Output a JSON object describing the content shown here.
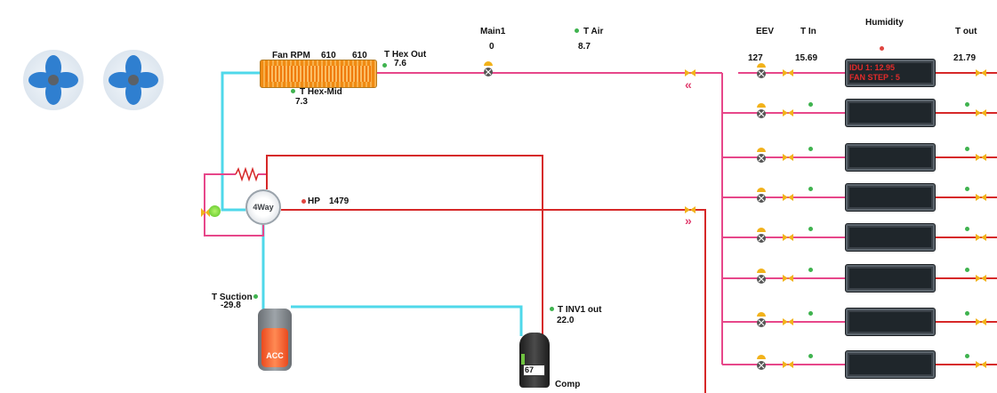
{
  "colors": {
    "pipe_pink": "#e7478a",
    "pipe_cyan": "#4fd8ea",
    "pipe_red": "#d62828",
    "sensor_green": "#3fb34f",
    "sensor_red": "#e0453f",
    "idu_text": "#e32b2b"
  },
  "fans": [
    {
      "icon": "fan-icon"
    },
    {
      "icon": "fan-icon"
    }
  ],
  "outdoor": {
    "fan_rpm_label": "Fan RPM",
    "fan_rpm_1": "610",
    "fan_rpm_2": "610",
    "t_hex_out_label": "T Hex Out",
    "t_hex_out": "7.6",
    "t_hex_mid_label": "T Hex-Mid",
    "t_hex_mid": "7.3",
    "main_label": "Main1",
    "main_value": "0",
    "t_air_label": "T Air",
    "t_air": "8.7",
    "hp_label": "HP",
    "hp_value": "1479",
    "fourway_label": "4Way",
    "t_suction_label": "T Suction",
    "t_suction": "-29.8",
    "acc_label": "ACC",
    "t_inv_out_label": "T INV1 out",
    "t_inv_out": "22.0",
    "comp_value": "67",
    "comp_label": "Comp"
  },
  "indoor": {
    "eev_label": "EEV",
    "eev_value": "127",
    "t_in_label": "T In",
    "t_in_value": "15.69",
    "humidity_label": "Humidity",
    "t_out_label": "T out",
    "t_out_value": "21.79",
    "idu_line1": "IDU 1: 12.95",
    "idu_line2": "FAN STEP : 5",
    "unit_count": 8
  }
}
